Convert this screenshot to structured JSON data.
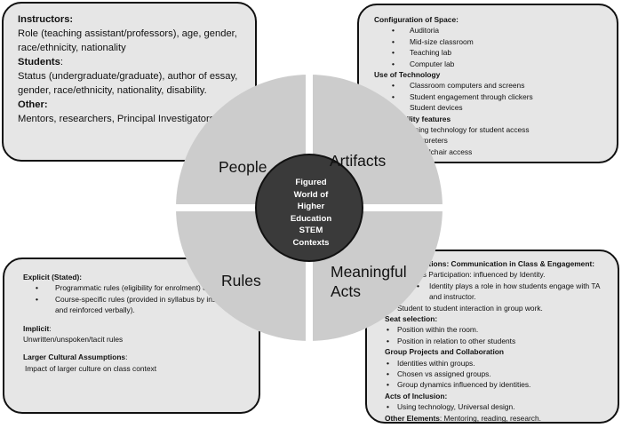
{
  "center": {
    "lines": [
      "Figured",
      "World of",
      "Higher",
      "Education",
      "STEM",
      "Contexts"
    ]
  },
  "quadrants": {
    "people": "People",
    "artifacts": "Artifacts",
    "rules": "Rules",
    "acts_line1": "Meaningful",
    "acts_line2": "Acts"
  },
  "people_box": {
    "instructors_heading": "Instructors:",
    "instructors_text": "Role (teaching assistant/professors), age, gender, race/ethnicity, nationality",
    "students_heading": "Students",
    "students_colon": ":",
    "students_text": "Status (undergraduate/graduate), author of essay, gender, race/ethnicity, nationality, disability.",
    "other_heading": "Other:",
    "other_text": "Mentors, researchers, Principal Investigators"
  },
  "artifacts_box": {
    "space_heading": "Configuration of Space:",
    "space_items": [
      "Auditoria",
      "Mid-size classroom",
      "Teaching lab",
      "Computer lab"
    ],
    "tech_heading": "Use of Technology",
    "tech_items": [
      "Classroom computers and screens",
      "Student engagement through clickers",
      "Student devices"
    ],
    "access_heading": "Accessibility features",
    "access_items": [
      "Using technology for student access",
      "Interpreters",
      "Wheelchair access"
    ]
  },
  "rules_box": {
    "explicit_heading": "Explicit (Stated):",
    "explicit_items": [
      "Programmatic rules (eligibility for enrolment) or",
      "Course-specific rules (provided in syllabus by instructor and reinforced verbally)."
    ],
    "implicit_heading": "Implicit",
    "implicit_colon": ":",
    "implicit_text": "Unwritten/unspoken/tacit rules",
    "cultural_heading": "Larger Cultural Assumptions",
    "cultural_colon": ":",
    "cultural_text": "Impact of larger culture on class context"
  },
  "acts_box": {
    "interactions_heading": "Interactions: Communication in Class & Engagement:",
    "interactions_item1": "Class Participation: influenced by Identity.",
    "interactions_sub": "Identity plays a role in how  students engage with TA and instructor.",
    "interactions_item2": "Student to student interaction in group work.",
    "seat_heading": "Seat selection:",
    "seat_items": [
      "Position within the room.",
      "Position in relation to other students"
    ],
    "group_heading": "Group Projects and Collaboration",
    "group_items": [
      "Identities within groups.",
      "Chosen vs assigned groups.",
      "Group dynamics influenced by identities."
    ],
    "inclusion_heading": "Acts of Inclusion:",
    "inclusion_items": [
      "Using technology, Universal design."
    ],
    "other_heading": "Other Elements",
    "other_text": ": Mentoring, reading, research."
  },
  "colors": {
    "box_fill": "#e6e6e6",
    "quadrant_fill": "#cccccc",
    "center_fill": "#3a3a3a",
    "border": "#111111"
  }
}
